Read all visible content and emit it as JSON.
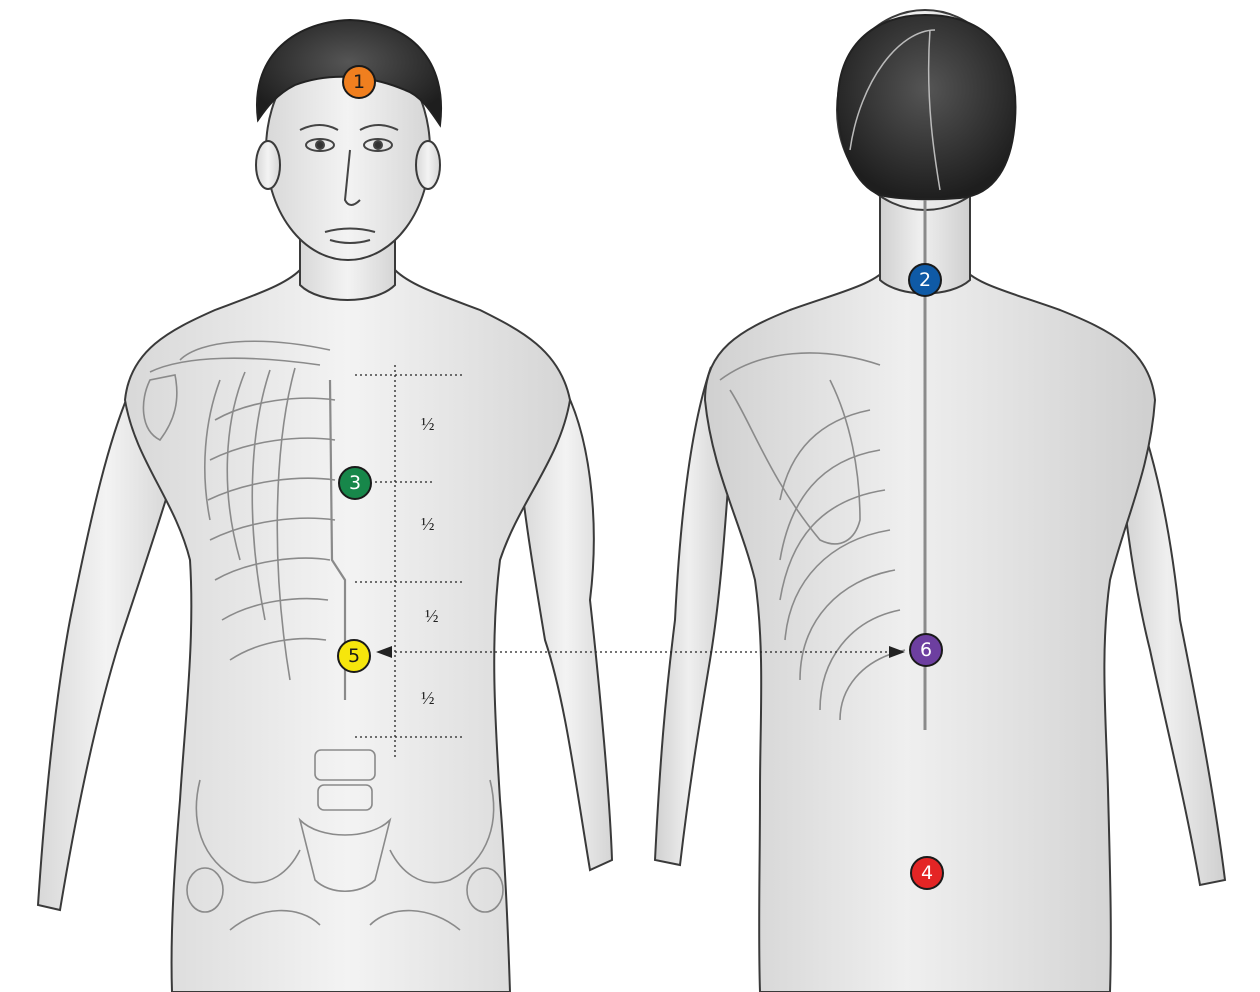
{
  "figure": {
    "markers": [
      {
        "id": "1",
        "color": "#f07f1f",
        "text_color": "#1a1a1a"
      },
      {
        "id": "2",
        "color": "#0f5aa6",
        "text_color": "#ffffff"
      },
      {
        "id": "3",
        "color": "#17874a",
        "text_color": "#ffffff"
      },
      {
        "id": "4",
        "color": "#e42525",
        "text_color": "#ffffff"
      },
      {
        "id": "5",
        "color": "#f6e60c",
        "text_color": "#1a1a1a"
      },
      {
        "id": "6",
        "color": "#6d3fa0",
        "text_color": "#ffffff"
      }
    ],
    "fractions": [
      "½",
      "½",
      "½",
      "½"
    ],
    "views": [
      "anterior-body-with-skeleton",
      "posterior-body-with-skeleton"
    ]
  }
}
